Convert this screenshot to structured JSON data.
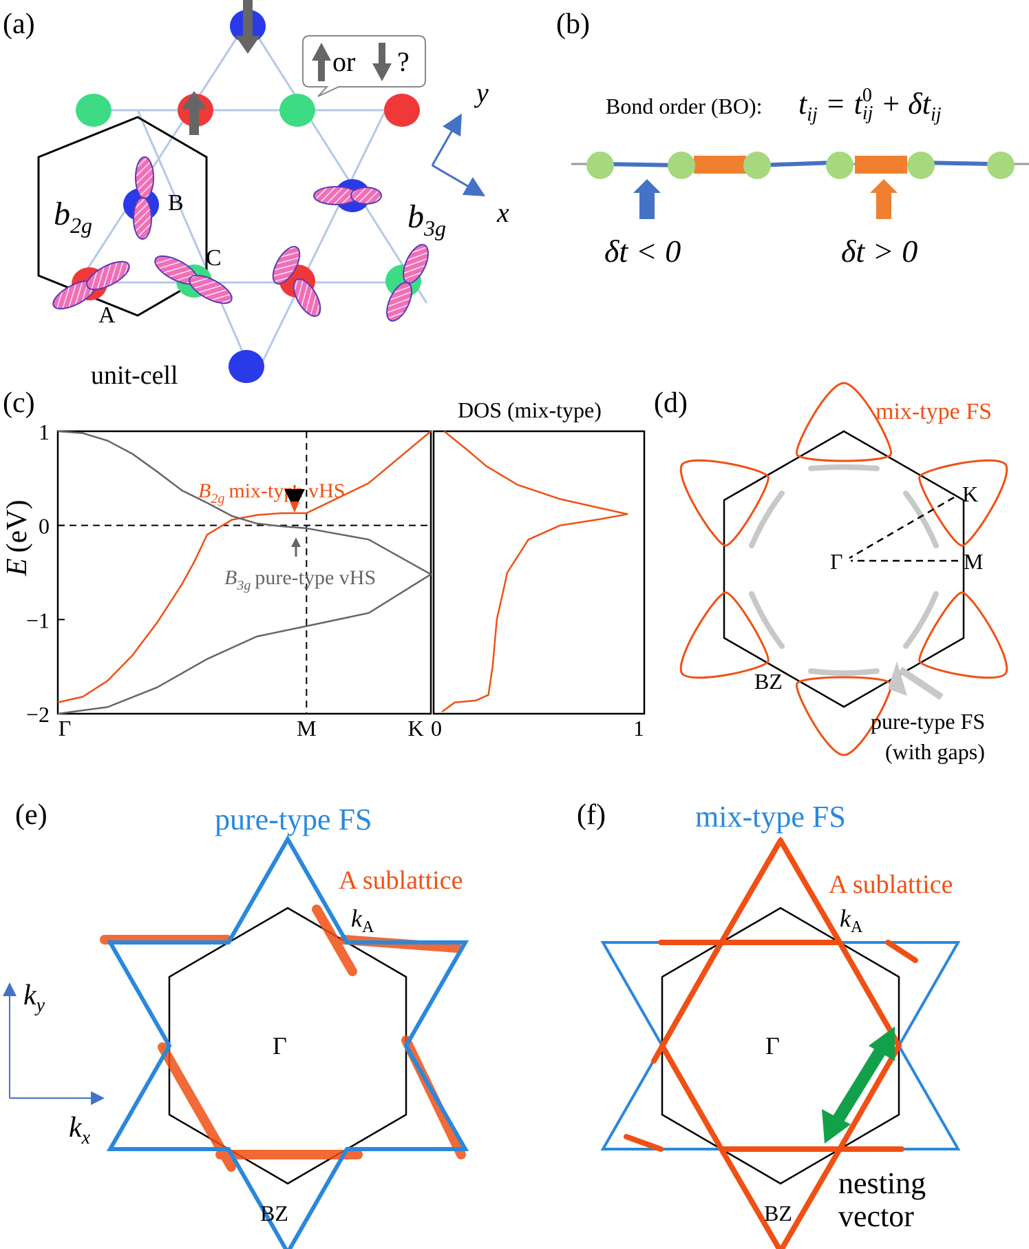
{
  "panels": {
    "a": {
      "label": "(a)",
      "speech": {
        "or": "or",
        "q": "?"
      },
      "axis_y": "y",
      "axis_x": "x",
      "orb_b2g": "2g",
      "orb_b3g": "3g",
      "b_letter": "b",
      "site_A": "A",
      "site_B": "B",
      "site_C": "C",
      "unitcell": "unit-cell"
    },
    "b": {
      "label": "(b)",
      "title_prefix": "Bond order (BO):",
      "eq_t": "t",
      "eq_ij": "ij",
      "eq_eq": "=",
      "eq_0": "0",
      "eq_plus": "+",
      "eq_dt": "δt",
      "neg": "δt < 0",
      "pos": "δt > 0"
    },
    "c": {
      "label": "(c)",
      "dos_title": "DOS (mix-type)",
      "ylabel_E": "E",
      "ylabel_unit": "(eV)",
      "mix_B": "B",
      "mix_sub": "2g",
      "mix_text": "mix-type vHS",
      "pure_B": "B",
      "pure_sub": "3g",
      "pure_text": "pure-type vHS",
      "yticks": [
        "1",
        "0",
        "−1",
        "−2"
      ],
      "kticks": [
        "Γ",
        "M",
        "K"
      ],
      "dos_xticks": [
        "0",
        "1"
      ]
    },
    "d": {
      "label": "(d)",
      "mix_fs": "mix-type FS",
      "K": "K",
      "Gamma": "Γ",
      "M": "M",
      "BZ": "BZ",
      "pure_fs_1": "pure-type FS",
      "pure_fs_2": "(with gaps)"
    },
    "e": {
      "label": "(e)",
      "title": "pure-type FS",
      "sublattice": "A sublattice",
      "kA": "k",
      "kA_sub": "A",
      "Gamma": "Γ",
      "BZ": "BZ",
      "ky": "k",
      "ky_sub": "y",
      "kx": "k",
      "kx_sub": "x"
    },
    "f": {
      "label": "(f)",
      "title": "mix-type FS",
      "sublattice": "A sublattice",
      "kA": "k",
      "kA_sub": "A",
      "Gamma": "Γ",
      "BZ": "BZ",
      "nesting_1": "nesting",
      "nesting_2": "vector"
    }
  },
  "colors": {
    "orange": "#f05014",
    "blue": "#2a88dc",
    "gray": "#666666",
    "lightgray": "#c8c8c8",
    "green_site": "#3ddc84",
    "red_site": "#f03838",
    "blue_site": "#2a3ae8",
    "bond_blue": "#4472c4",
    "bond_orange": "#f08030",
    "lattice": "#b4c8e8",
    "pink": "#f070b8",
    "nesting": "#13a04a"
  },
  "chart_data": [
    {
      "type": "line",
      "panel": "c-band",
      "x": [
        "Γ",
        "M",
        "K"
      ],
      "ylim": [
        -2,
        1
      ],
      "series": [
        {
          "name": "B2g mix-type",
          "x": [
            0,
            0.1,
            0.2,
            0.3,
            0.4,
            0.5,
            0.55,
            0.6,
            0.7,
            0.8,
            0.9,
            1.0,
            1.25,
            1.5
          ],
          "values": [
            -1.88,
            -1.82,
            -1.65,
            -1.38,
            -1.03,
            -0.62,
            -0.38,
            -0.1,
            0.06,
            0.11,
            0.13,
            0.13,
            0.45,
            1.0
          ]
        },
        {
          "name": "B3g pure-type",
          "x": [
            0,
            0.1,
            0.2,
            0.3,
            0.4,
            0.5,
            0.6,
            0.7,
            0.8,
            0.9,
            1.0,
            1.25,
            1.5
          ],
          "values": [
            1.0,
            0.98,
            0.9,
            0.76,
            0.57,
            0.37,
            0.24,
            0.1,
            0.02,
            -0.01,
            -0.03,
            -0.15,
            -0.52
          ]
        },
        {
          "name": "lower band",
          "x": [
            0,
            0.2,
            0.4,
            0.6,
            0.8,
            1.0,
            1.25,
            1.5
          ],
          "values": [
            -2.0,
            -1.93,
            -1.72,
            -1.42,
            -1.18,
            -1.07,
            -0.93,
            -0.52
          ]
        }
      ]
    },
    {
      "type": "line",
      "panel": "c-dos",
      "title": "DOS (mix-type)",
      "xlim": [
        0,
        1
      ],
      "ylim": [
        -2,
        1
      ],
      "x": [
        0.05,
        0.15,
        0.25,
        0.4,
        0.6,
        0.8,
        0.92,
        0.8,
        0.6,
        0.45,
        0.35,
        0.3,
        0.28,
        0.26,
        0.2,
        0.1,
        0.04
      ],
      "values": [
        1.0,
        0.82,
        0.63,
        0.43,
        0.28,
        0.18,
        0.12,
        0.07,
        0.0,
        -0.15,
        -0.5,
        -1.0,
        -1.5,
        -1.8,
        -1.86,
        -1.88,
        -1.98
      ]
    }
  ]
}
